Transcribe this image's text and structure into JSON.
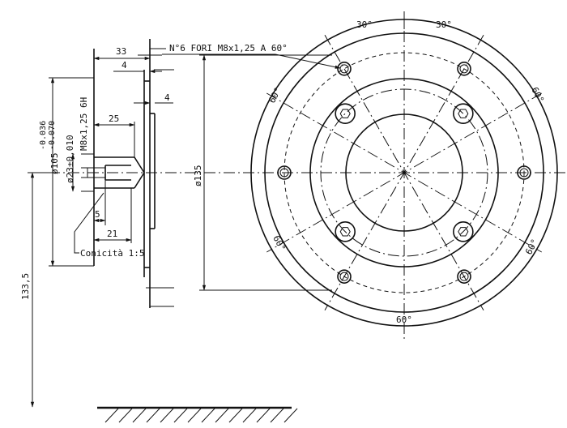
{
  "drawing": {
    "dim_33": "33",
    "dim_4_top": "4",
    "dim_4_flange": "4",
    "dim_25": "25",
    "dim_5": "5",
    "dim_21": "21",
    "dim_135": "ø135",
    "dim_133_5": "133,5",
    "dim_105": "ø105",
    "tol_105_upper": "-0.036",
    "tol_105_lower": "-0.070",
    "thread_shaft": "M8x1,25 6H",
    "dim_23": "ø23±0,010",
    "note_conicity": "Conicità 1:5",
    "note_holes": "N°6 FORI  M8x1,25 A 60°",
    "angle_30_left": "30°",
    "angle_30_right": "30°",
    "angle_60_upper_left": "60°",
    "angle_60_upper_right": "60°",
    "angle_60_lower_left": "60°",
    "angle_60_lower_right": "60°",
    "angle_60_bottom": "60°"
  }
}
